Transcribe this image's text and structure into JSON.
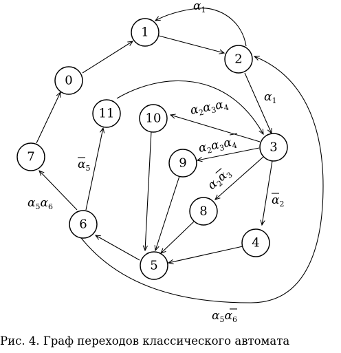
{
  "caption": "Рис. 4. Граф переходов классического автомата",
  "nodes": {
    "n0": "0",
    "n1": "1",
    "n2": "2",
    "n3": "3",
    "n4": "4",
    "n5": "5",
    "n6": "6",
    "n7": "7",
    "n8": "8",
    "n9": "9",
    "n10": "10",
    "n11": "11"
  },
  "labels": {
    "e2_1": {
      "a": "α",
      "s1": "1"
    },
    "e2_3": {
      "a": "α",
      "s1": "1"
    },
    "e3_10": {
      "a1": "α",
      "s1": "2",
      "a2": "α",
      "s2": "3",
      "a3": "α",
      "s3": "4"
    },
    "e3_9": {
      "a1": "α",
      "s1": "2",
      "a2": "α",
      "s2": "3",
      "a3": "α",
      "s3": "4"
    },
    "e3_8": {
      "a1": "α",
      "s1": "2",
      "a2": "α",
      "s2": "3"
    },
    "e3_4": {
      "a": "α",
      "s1": "2"
    },
    "e6_11": {
      "a": "α",
      "s1": "5"
    },
    "e6_7": {
      "a1": "α",
      "s1": "5",
      "a2": "α",
      "s2": "6"
    },
    "e6_2": {
      "a1": "α",
      "s1": "5",
      "a2": "α",
      "s2": "6"
    }
  }
}
